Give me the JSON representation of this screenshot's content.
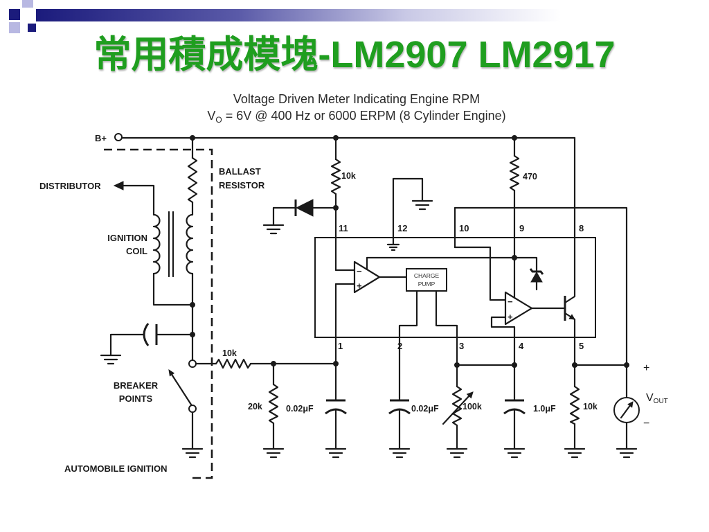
{
  "slide": {
    "title": "常用積成模塊-LM2907 LM2917"
  },
  "diagram": {
    "heading": "Voltage Driven Meter Indicating Engine RPM",
    "subheading": {
      "v": "V",
      "sub": "O",
      "rest": " = 6V @ 400 Hz or 6000 ERPM (8 Cylinder Engine)"
    },
    "labels": {
      "b_plus": "B+",
      "distributor": "DISTRIBUTOR",
      "ballast_line1": "BALLAST",
      "ballast_line2": "RESISTOR",
      "ignition_coil_line1": "IGNITION",
      "ignition_coil_line2": "COIL",
      "breaker_line1": "BREAKER",
      "breaker_line2": "POINTS",
      "automobile_ignition": "AUTOMOBILE IGNITION",
      "charge_pump_line1": "CHARGE",
      "charge_pump_line2": "PUMP"
    },
    "components": {
      "r_input": "10k",
      "r_pin11": "10k",
      "r_pin9": "470",
      "r_pin1": "20k",
      "c_pin1": "0.02μF",
      "c_pin2": "0.02μF",
      "pot_pin3": "100k",
      "c_pin4": "1.0μF",
      "r_pin5": "10k"
    },
    "pins": {
      "top": [
        "11",
        "12",
        "10",
        "9",
        "8"
      ],
      "bottom": [
        "1",
        "2",
        "3",
        "4",
        "5"
      ]
    },
    "opamp_signs": {
      "minus": "−",
      "plus": "+"
    },
    "output": {
      "plus": "+",
      "v": "V",
      "sub": "OUT",
      "minus": "−"
    }
  },
  "icons": {
    "meter": "meter-icon",
    "ground": "ground-icon",
    "diode": "diode-icon",
    "zener": "zener-diode-icon"
  },
  "colors": {
    "title": "#1f9e1f",
    "banner_dark": "#1b1b7c",
    "decor_light": "#b8b8e2",
    "wire": "#1a1a1a",
    "text": "#2b2b2b"
  }
}
